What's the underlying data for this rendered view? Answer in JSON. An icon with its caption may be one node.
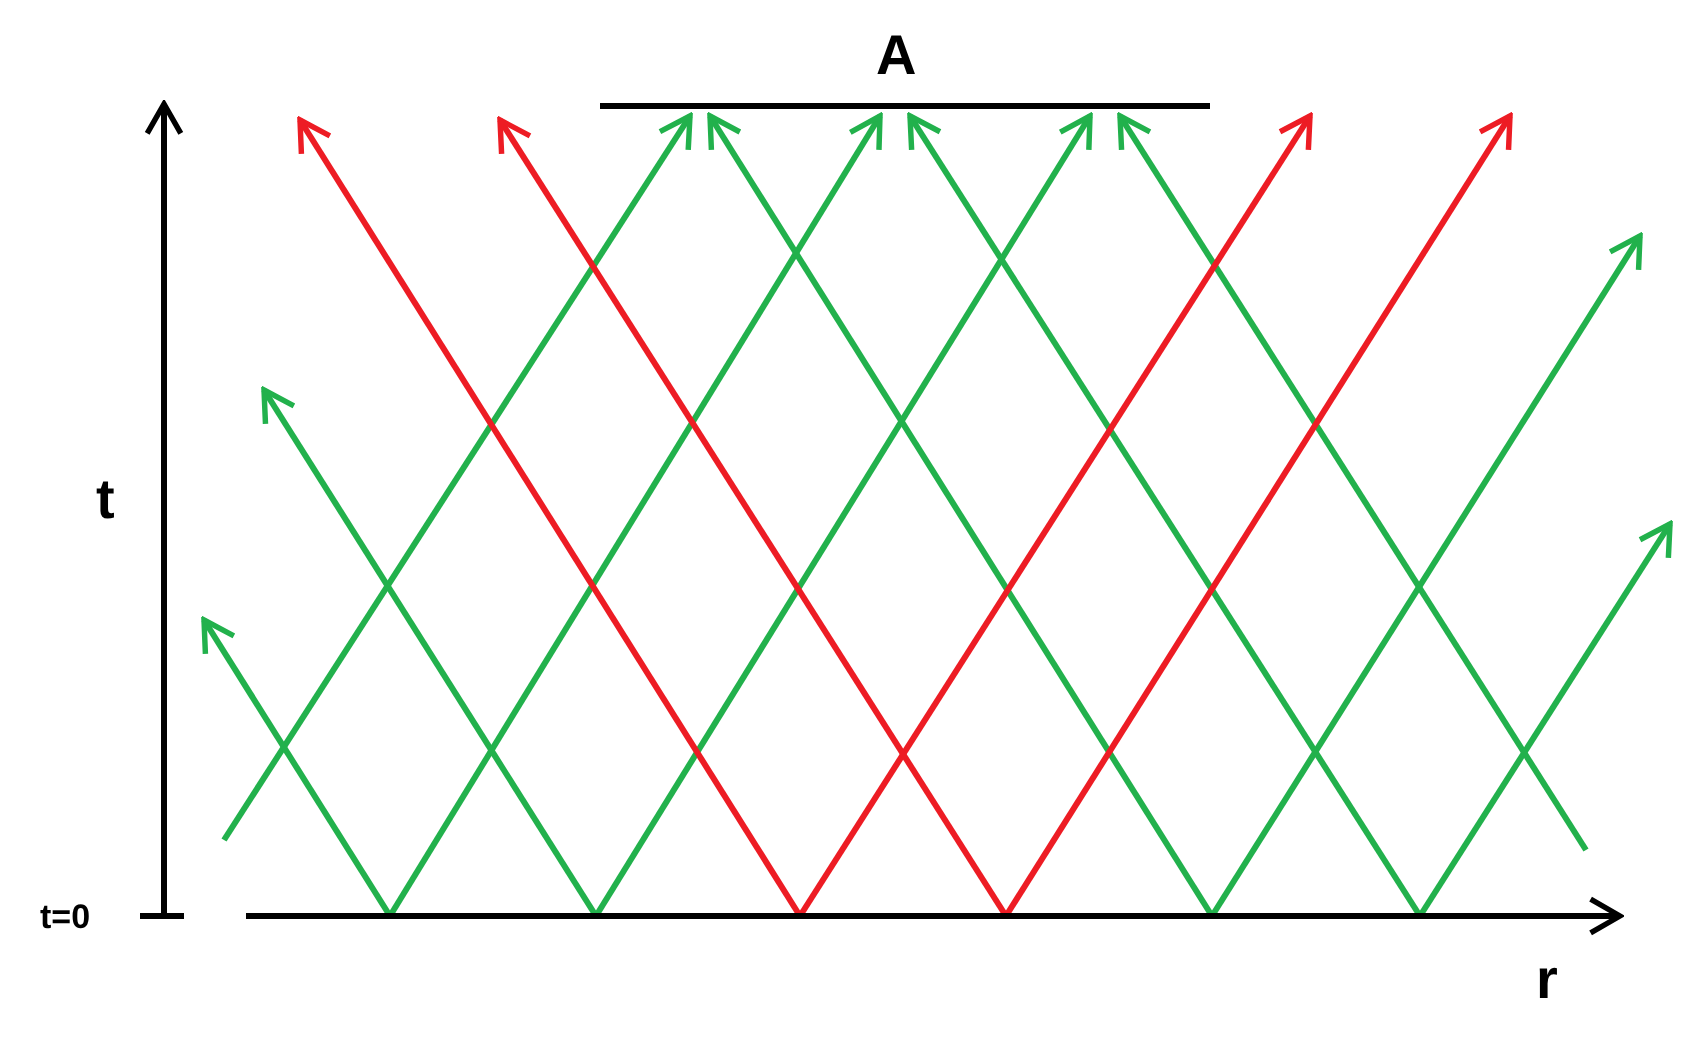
{
  "diagram": {
    "labels": [
      "A",
      "t",
      "t=0",
      "r"
    ]
  }
}
